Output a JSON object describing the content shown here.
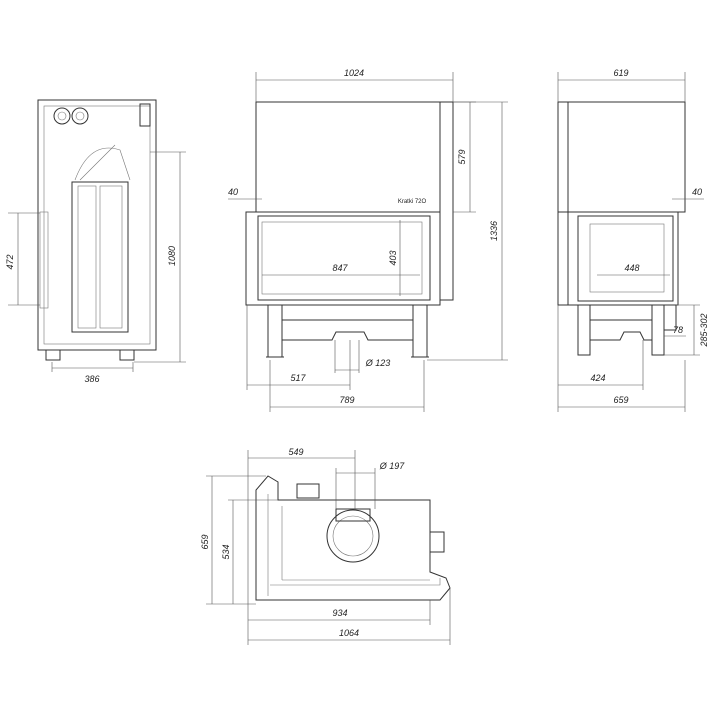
{
  "side_section_view": {
    "dims": {
      "height_472": "472",
      "height_1080": "1080",
      "width_386": "386"
    }
  },
  "front_view": {
    "dims": {
      "width_1024": "1024",
      "height_579": "579",
      "offset_40": "40",
      "height_1336": "1336",
      "glass_width_847": "847",
      "glass_height_403": "403",
      "flue_diameter": "Ø 123",
      "offset_517": "517",
      "width_789": "789"
    },
    "logo_text": "Kratki 72O"
  },
  "right_view": {
    "dims": {
      "width_619": "619",
      "offset_40": "40",
      "glass_width_448": "448",
      "offset_78": "78",
      "height_range": "285-302",
      "offset_424": "424",
      "width_659": "659"
    }
  },
  "top_view": {
    "dims": {
      "offset_549": "549",
      "flue_diameter": "Ø 197",
      "depth_659": "659",
      "depth_534": "534",
      "width_934": "934",
      "width_1064": "1064"
    }
  }
}
